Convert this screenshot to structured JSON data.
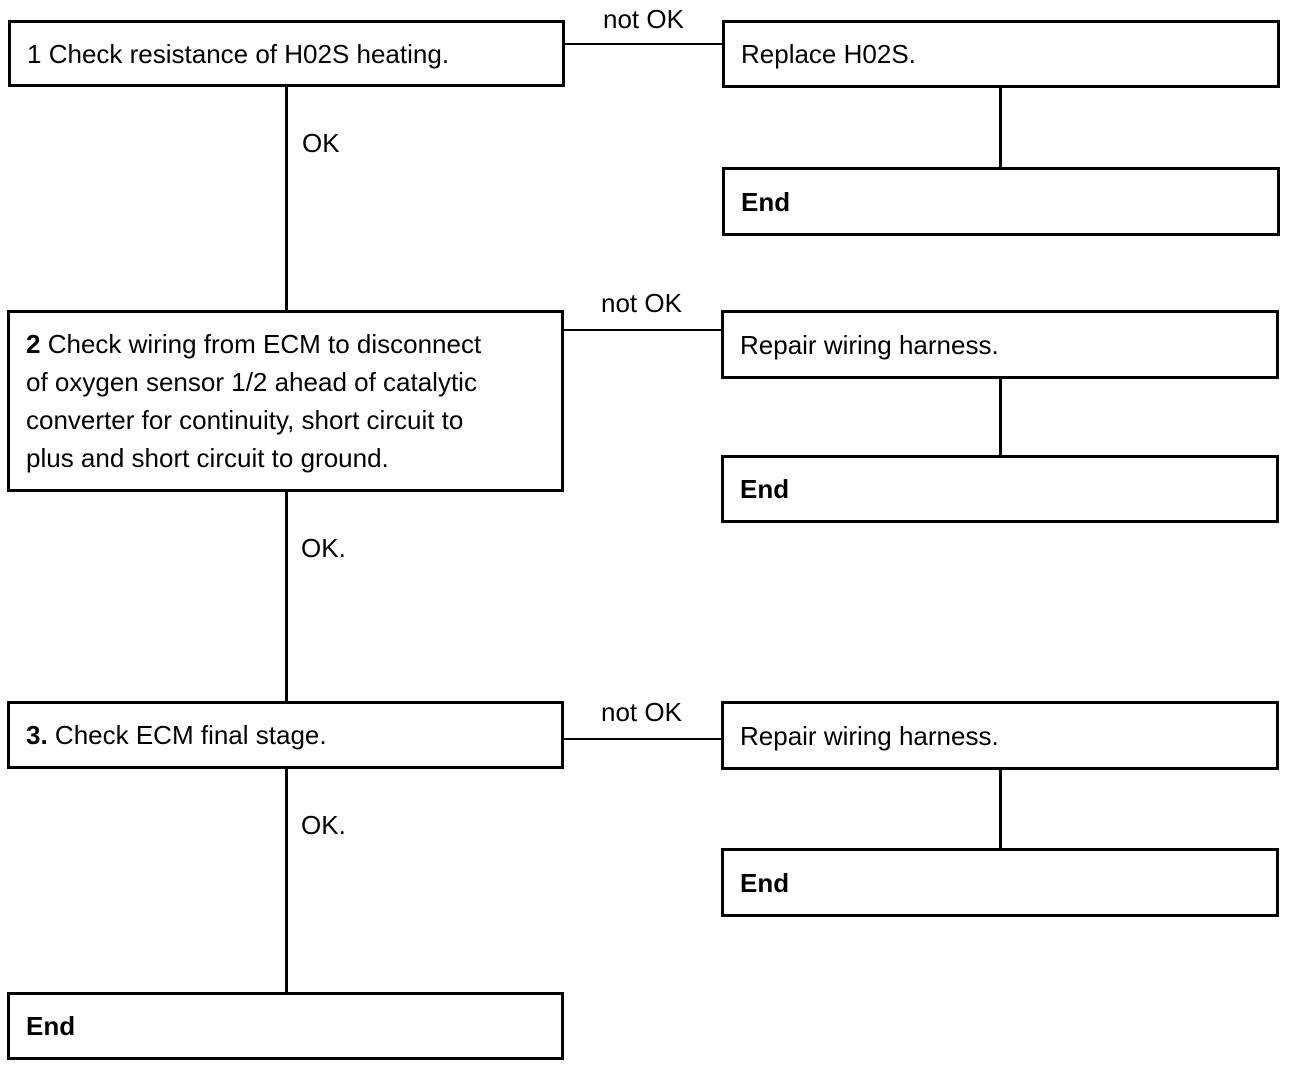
{
  "steps": [
    {
      "number": "1",
      "text": "Check resistance of H02S heating."
    },
    {
      "number": "2",
      "lines": [
        "Check wiring from ECM to disconnect",
        "of oxygen sensor 1/2 ahead of catalytic",
        "converter for continuity, short circuit to",
        "plus and short circuit to ground."
      ]
    },
    {
      "number": "3.",
      "text": "Check ECM final stage."
    }
  ],
  "actions": [
    {
      "text": "Replace H02S."
    },
    {
      "text": "Repair wiring harness."
    },
    {
      "text": "Repair wiring harness."
    }
  ],
  "end_label": "End",
  "labels": {
    "not_ok": "not OK",
    "ok_1": "OK",
    "ok_2": "OK.",
    "ok_3": "OK."
  }
}
